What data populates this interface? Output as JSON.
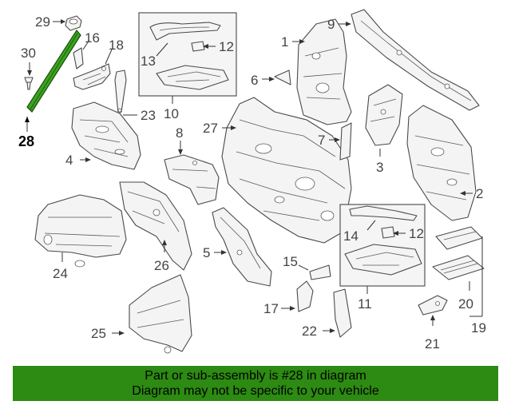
{
  "callouts": {
    "c1": "1",
    "c2": "2",
    "c4": "4",
    "c5": "5",
    "c6": "6",
    "c7": "7",
    "c8": "8",
    "c9": "9",
    "c10": "10",
    "c11": "11",
    "c12a": "12",
    "c12b": "12",
    "c13": "13",
    "c14": "14",
    "c15": "15",
    "c16": "16",
    "c17": "17",
    "c18": "18",
    "c19": "19",
    "c20": "20",
    "c21": "21",
    "c22": "22",
    "c23": "23",
    "c24": "24",
    "c25": "25",
    "c26": "26",
    "c27": "27",
    "c28": "28",
    "c29": "29",
    "c30": "30",
    "c3": "3"
  },
  "highlighted_part": "28",
  "banner": {
    "line1": "Part or sub-assembly is #28 in diagram",
    "line2": "Diagram may not be specific to your vehicle"
  },
  "colors": {
    "highlight": "#3aa51e",
    "banner": "#2d8a12"
  }
}
